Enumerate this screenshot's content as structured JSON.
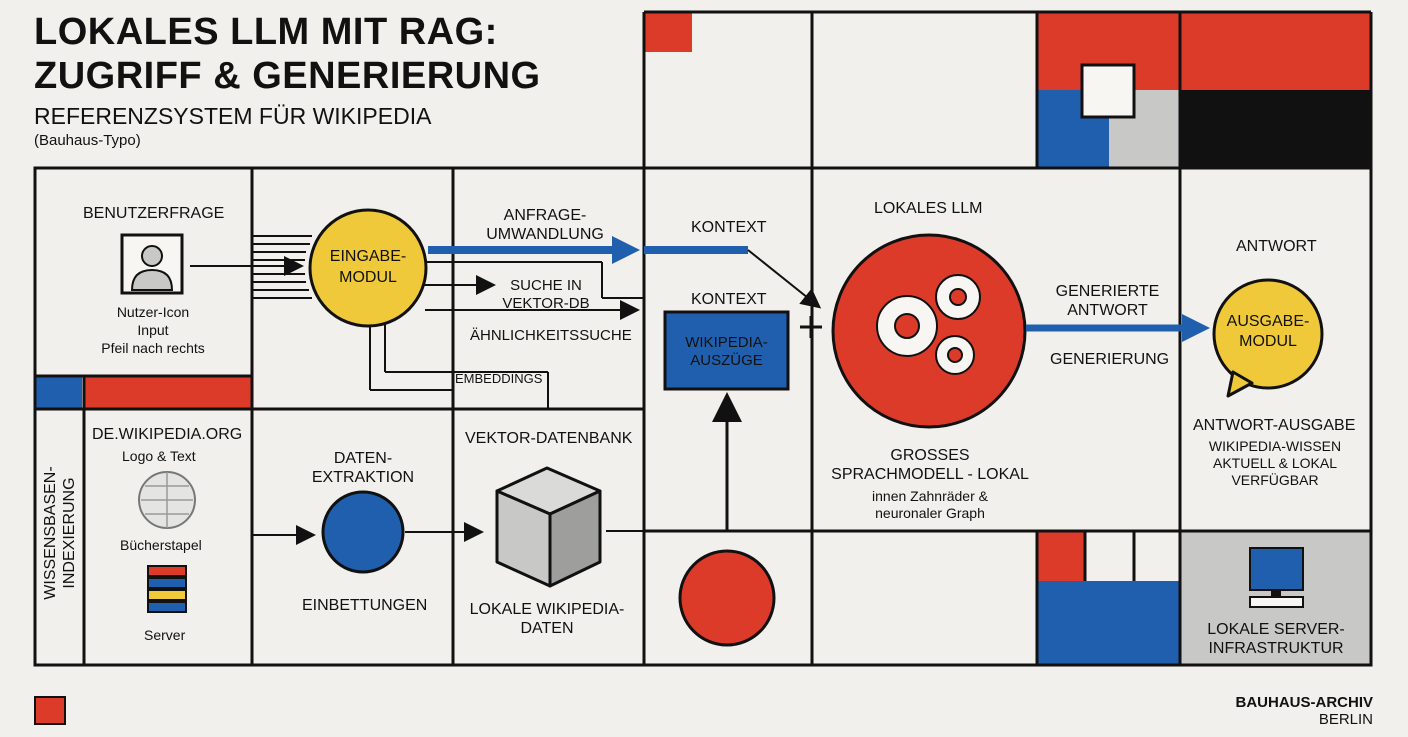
{
  "header": {
    "title_line1": "LOKALES LLM MIT RAG:",
    "title_line2": "ZUGRIFF & GENERIERUNG",
    "subtitle": "REFERENZSYSTEM FÜR WIKIPEDIA",
    "subnote": "(Bauhaus-Typo)"
  },
  "query_section": {
    "heading": "BENUTZERFRAGE",
    "icon": "user-icon",
    "notes": [
      "Nutzer-Icon",
      "Input",
      "Pfeil nach rechts"
    ]
  },
  "input_module": {
    "label_line1": "EINGABE-",
    "label_line2": "MODUL",
    "color": "#f0c93a"
  },
  "flow_labels": {
    "transform_line1": "ANFRAGE-",
    "transform_line2": "UMWANDLUNG",
    "search_line1": "SUCHE IN",
    "search_line2": "VEKTOR-DB",
    "similarity": "ÄHNLICHKEITSSUCHE",
    "embeddings": "EMBEDDINGS",
    "context_top": "KONTEXT",
    "context_mid": "KONTEXT"
  },
  "wiki_excerpts": {
    "label_line1": "WIKIPEDIA-",
    "label_line2": "AUSZÜGE",
    "color": "#1f5fae"
  },
  "llm": {
    "heading": "LOKALES LLM",
    "caption_line1": "GROSSES",
    "caption_line2": "SPRACHMODELL - LOKAL",
    "note_line1": "innen Zahnräder &",
    "note_line2": "neuronaler Graph",
    "color": "#dc3b2a",
    "icon": "gears-icon"
  },
  "generation": {
    "label_line1": "GENERIERTE",
    "label_line2": "ANTWORT",
    "label_sub": "GENERIERUNG"
  },
  "answer": {
    "heading": "ANTWORT",
    "module_line1": "AUSGABE-",
    "module_line2": "MODUL",
    "output_title": "ANTWORT-AUSGABE",
    "output_line1": "WIKIPEDIA-WISSEN",
    "output_line2": "AKTUELL & LOKAL",
    "output_line3": "VERFÜGBAR"
  },
  "indexing": {
    "side_label_line1": "WISSENSBASEN-",
    "side_label_line2": "INDEXIERUNG",
    "source": "DE.WIKIPEDIA.ORG",
    "source_note": "Logo & Text",
    "books_note": "Bücherstapel",
    "server_note": "Server",
    "extraction_line1": "DATEN-",
    "extraction_line2": "EXTRAKTION",
    "embeddings_label": "EINBETTUNGEN",
    "vector_db": "VEKTOR-DATENBANK",
    "local_data_line1": "LOKALE WIKIPEDIA-",
    "local_data_line2": "DATEN"
  },
  "infrastructure": {
    "label_line1": "LOKALE SERVER-",
    "label_line2": "INFRASTRUKTUR",
    "icon": "computer-icon"
  },
  "footer": {
    "line1": "BAUHAUS-ARCHIV",
    "line2": "BERLIN"
  },
  "colors": {
    "red": "#dc3b2a",
    "blue": "#1f5fae",
    "yellow": "#f0c93a",
    "black": "#111111",
    "gray": "#c8c8c6"
  }
}
